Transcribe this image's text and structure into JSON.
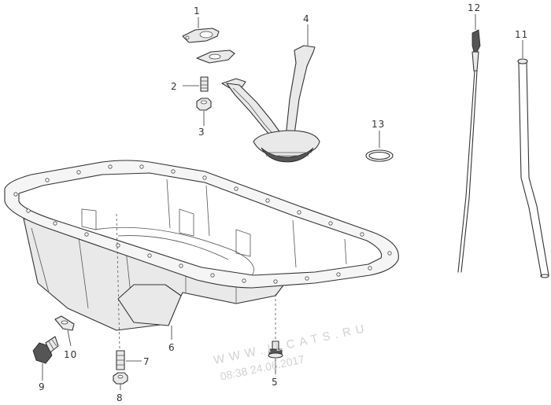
{
  "callouts": {
    "c1": "1",
    "c2": "2",
    "c3": "3",
    "c4": "4",
    "c5": "5",
    "c6": "6",
    "c7": "7",
    "c8": "8",
    "c9": "9",
    "c10": "10",
    "c11": "11",
    "c12": "12",
    "c13": "13"
  },
  "watermark": {
    "url": "WWW.ILCATS.RU",
    "timestamp": "08:38 24.06.2017"
  }
}
